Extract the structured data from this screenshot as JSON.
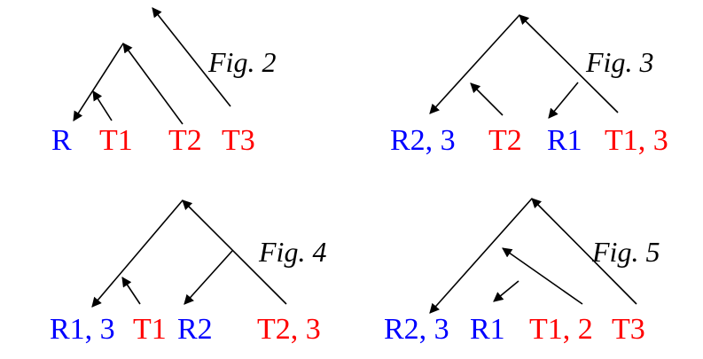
{
  "colors": {
    "red": "#ff0000",
    "blue": "#0000ff",
    "line": "#000000"
  },
  "figures": [
    {
      "caption": "Fig. 2",
      "leaves": [
        {
          "parts": [
            {
              "text": "R",
              "color": "blue"
            }
          ]
        },
        {
          "parts": [
            {
              "text": "T1",
              "color": "red"
            }
          ]
        },
        {
          "parts": [
            {
              "text": "T2",
              "color": "red"
            }
          ]
        },
        {
          "parts": [
            {
              "text": "T3",
              "color": "red"
            }
          ]
        }
      ]
    },
    {
      "caption": "Fig. 3",
      "leaves": [
        {
          "parts": [
            {
              "text": "R2, 3",
              "color": "blue"
            }
          ]
        },
        {
          "parts": [
            {
              "text": "T2",
              "color": "red"
            }
          ]
        },
        {
          "parts": [
            {
              "text": "R1",
              "color": "blue"
            }
          ]
        },
        {
          "parts": [
            {
              "text": "T1, 3",
              "color": "red"
            }
          ]
        }
      ]
    },
    {
      "caption": "Fig. 4",
      "leaves": [
        {
          "parts": [
            {
              "text": "R1, 3",
              "color": "blue"
            }
          ]
        },
        {
          "parts": [
            {
              "text": "T1",
              "color": "red"
            }
          ]
        },
        {
          "parts": [
            {
              "text": "R2",
              "color": "blue"
            }
          ]
        },
        {
          "parts": [
            {
              "text": "T2, 3",
              "color": "red"
            }
          ]
        }
      ]
    },
    {
      "caption": "Fig. 5",
      "leaves": [
        {
          "parts": [
            {
              "text": "R2, 3",
              "color": "blue"
            }
          ]
        },
        {
          "parts": [
            {
              "text": "R1",
              "color": "blue"
            }
          ]
        },
        {
          "parts": [
            {
              "text": "T1, 2",
              "color": "red"
            }
          ]
        },
        {
          "parts": [
            {
              "text": "T3",
              "color": "red"
            }
          ]
        }
      ]
    }
  ]
}
